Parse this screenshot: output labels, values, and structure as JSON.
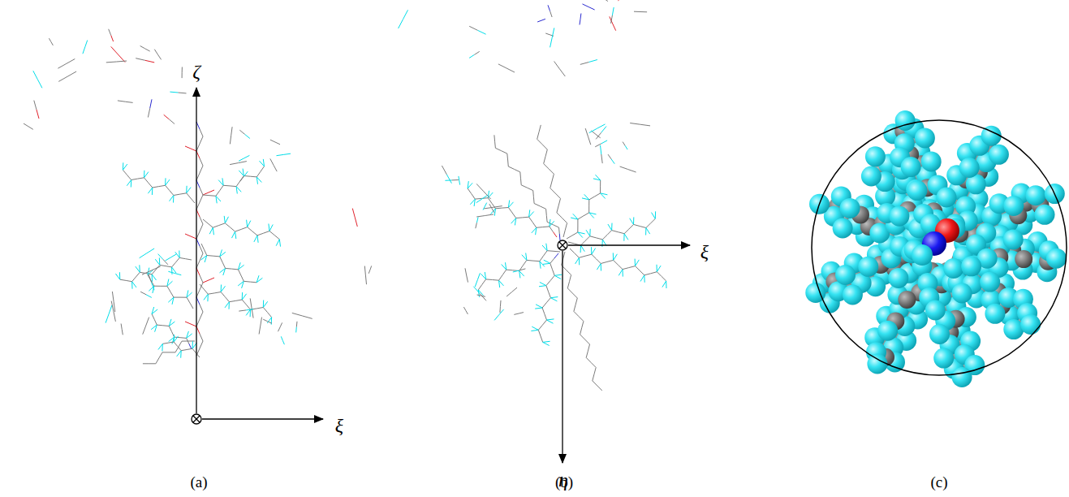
{
  "diagram": {
    "labels": [
      "ζ",
      "ξ",
      "ξ",
      "η",
      "(a)",
      "(b)",
      "(c)"
    ]
  }
}
